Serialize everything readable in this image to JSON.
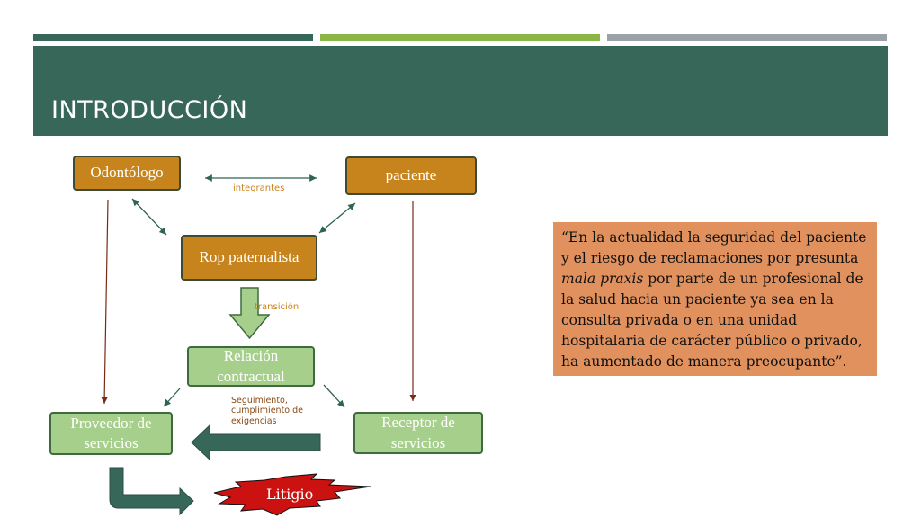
{
  "slide": {
    "title": "INTRODUCCIÓN",
    "stripe_colors": [
      "#376758",
      "#8ab645",
      "#9aa1a8"
    ]
  },
  "diagram": {
    "nodes": {
      "odontologo": "Odontólogo",
      "paciente": "paciente",
      "rop": "Rop paternalista",
      "relacion": "Relación contractual",
      "proveedor": "Proveedor de servicios",
      "receptor": "Receptor de servicios",
      "litigio": "Litigio"
    },
    "labels": {
      "integrantes": "integrantes",
      "transicion": "transición",
      "seguimiento": "Seguimiento, cumplimiento de exigencias"
    },
    "colors": {
      "orange_box": "#c8841c",
      "green_box": "#a7cf8c",
      "dark_green_arrow": "#376758",
      "litigio_burst": "#cc1111"
    }
  },
  "quote": {
    "before": "“En la actualidad la seguridad del paciente y el riesgo de reclamaciones por presunta ",
    "emphasis": "mala praxis",
    "after": " por parte de un profesional de la salud hacia un paciente ya sea en la consulta privada o en una unidad hospitalaria de carácter público o privado, ha aumentado de manera preocupante”."
  }
}
